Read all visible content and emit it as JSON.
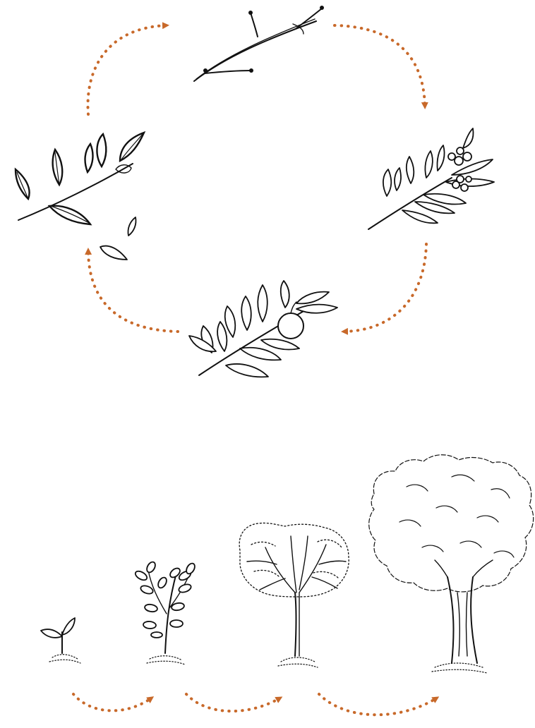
{
  "diagram": {
    "seasonal_cycle": {
      "stages": [
        "bare-twig",
        "flowering-branch",
        "fruiting-branch",
        "autumn-branch"
      ],
      "arrow_count": 4
    },
    "growth_sequence": {
      "stages": [
        "seedling",
        "sapling",
        "young-tree",
        "mature-tree"
      ],
      "arrow_count": 3
    },
    "colors": {
      "arrow": "#c8692a",
      "ink": "#111111",
      "background": "#ffffff"
    }
  }
}
